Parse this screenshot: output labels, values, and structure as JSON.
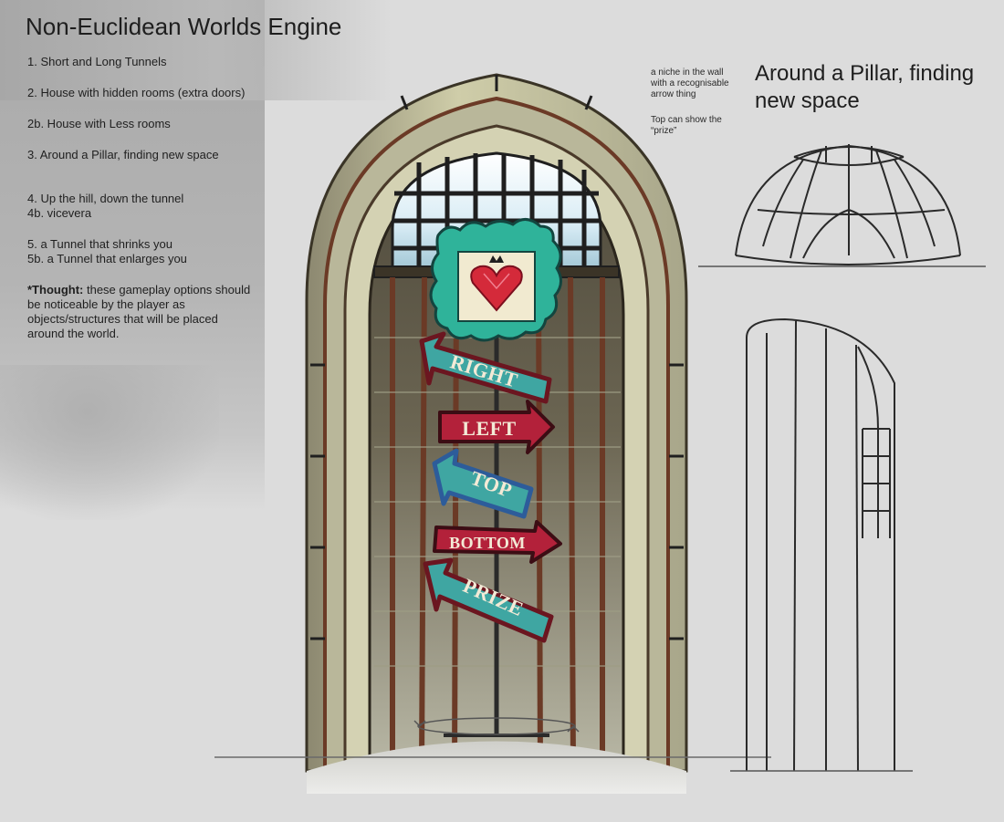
{
  "title": "Non-Euclidean Worlds Engine",
  "notes": [
    "1. Short and Long Tunnels",
    "2. House with hidden rooms (extra doors)",
    "2b. House with Less rooms",
    "3. Around a Pillar, finding new space",
    "4. Up the hill, down the tunnel",
    "4b. vicevera",
    "5. a Tunnel that shrinks you",
    "5b. a Tunnel that enlarges you"
  ],
  "thought": {
    "label": "*Thought:",
    "text": " these gameplay options should be noticeable by the player as objects/structures that will be placed around the world."
  },
  "side_notes": {
    "niche": "a niche in the wall with a recognisable arrow thing",
    "top": "Top can show the “prize”"
  },
  "pillar_title": "Around a Pillar, finding new space",
  "signs": {
    "right": "RIGHT",
    "left": "LEFT",
    "top": "TOP",
    "bottom": "BOTTOM",
    "prize": "PRIZE"
  },
  "colors": {
    "sign_red": "#b3213a",
    "sign_teal": "#3fa6a2",
    "sign_blue": "#2d5c9a",
    "frame_teal": "#2fb39a",
    "heart_red": "#d42a3a",
    "stone": "#c6c4a0",
    "wood": "#6b3a26"
  },
  "icons": [
    "heart-gem-icon",
    "crown-icon",
    "rotate-arrow-icon"
  ]
}
